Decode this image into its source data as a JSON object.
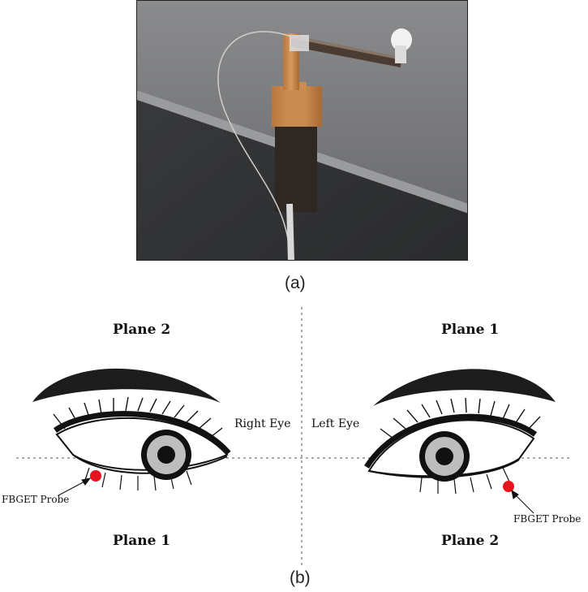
{
  "captions": {
    "a": "(a)",
    "b": "(b)"
  },
  "planes": {
    "top_left": "Plane 2",
    "top_right": "Plane 1",
    "bottom_left": "Plane 1",
    "bottom_right": "Plane 2"
  },
  "eyes": {
    "right": "Right Eye",
    "left": "Left Eye"
  },
  "probe": {
    "left_label": "FBGET Probe",
    "right_label": "FBGET Probe",
    "marker_color": "#e8141c"
  }
}
